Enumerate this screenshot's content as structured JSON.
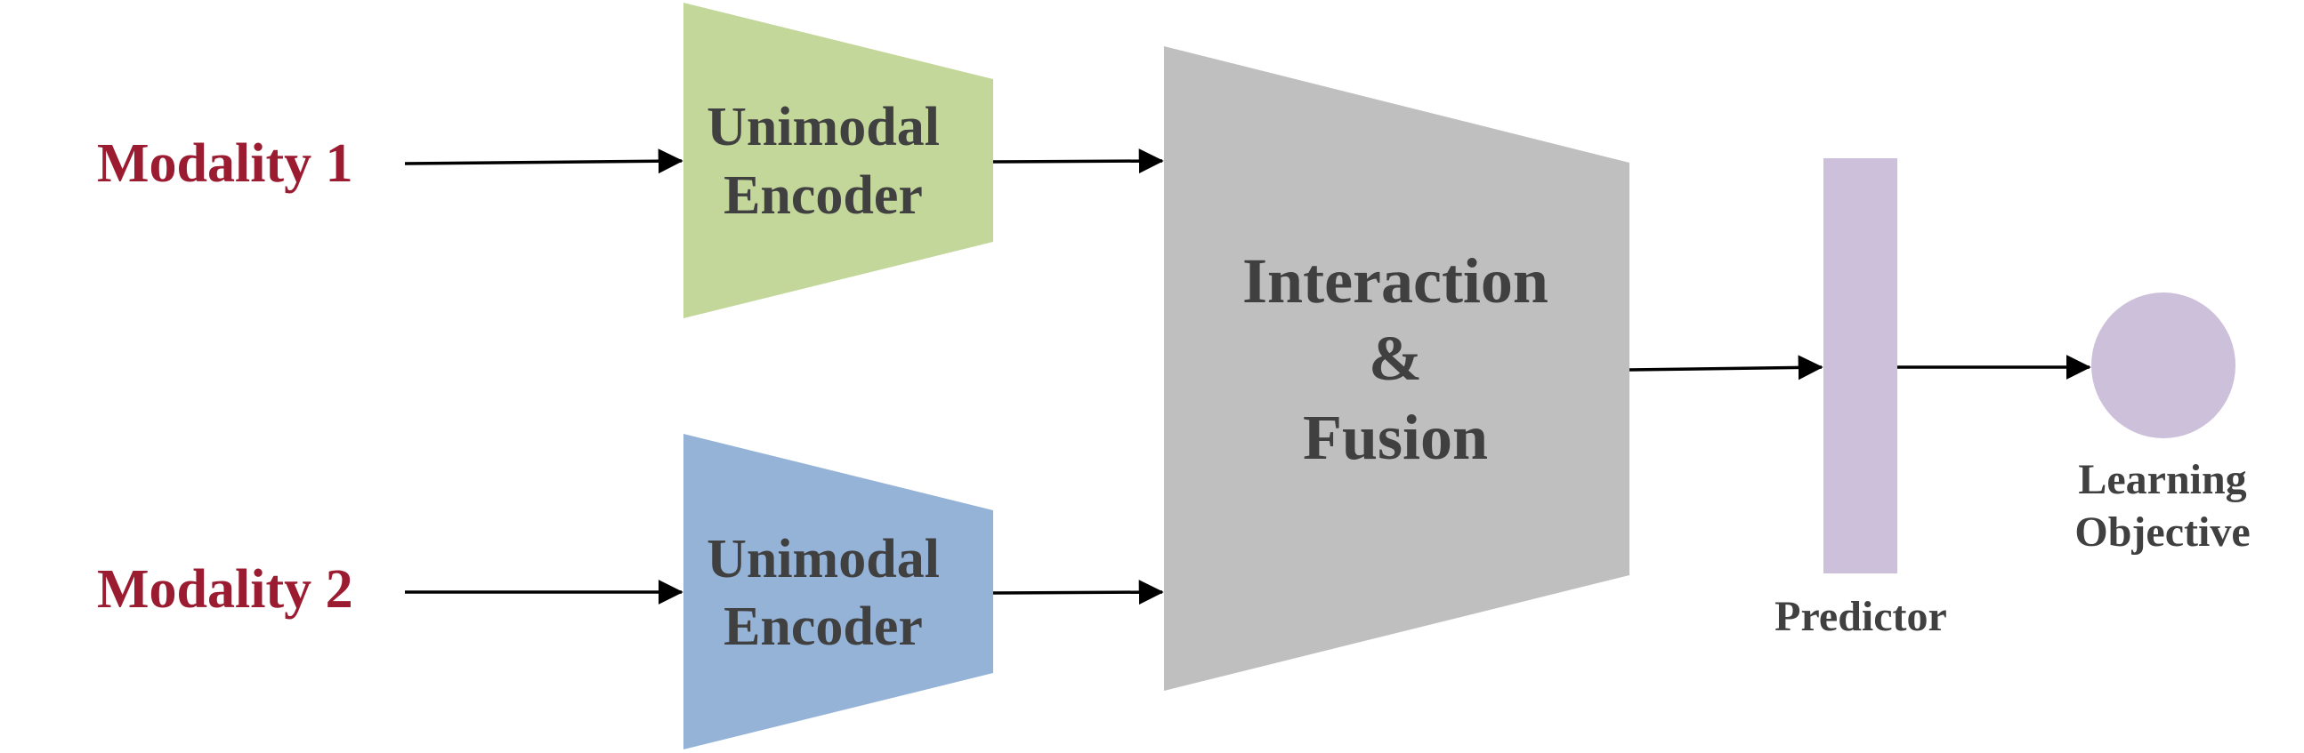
{
  "inputs": [
    {
      "label": "Modality 1"
    },
    {
      "label": "Modality 2"
    }
  ],
  "encoders": [
    {
      "lines": [
        "Unimodal",
        "Encoder"
      ],
      "color": "#c4d79b"
    },
    {
      "lines": [
        "Unimodal",
        "Encoder"
      ],
      "color": "#95b3d7"
    }
  ],
  "fusion": {
    "lines": [
      "Interaction",
      "&",
      "Fusion"
    ],
    "color": "#bfbfbf"
  },
  "predictor": {
    "label": "Predictor",
    "color": "#ccc0da"
  },
  "objective": {
    "lines": [
      "Learning",
      "Objective"
    ],
    "color": "#ccc0da"
  },
  "colors": {
    "modality_text": "#9b1c31",
    "block_text": "#404040",
    "arrow": "#000000"
  }
}
